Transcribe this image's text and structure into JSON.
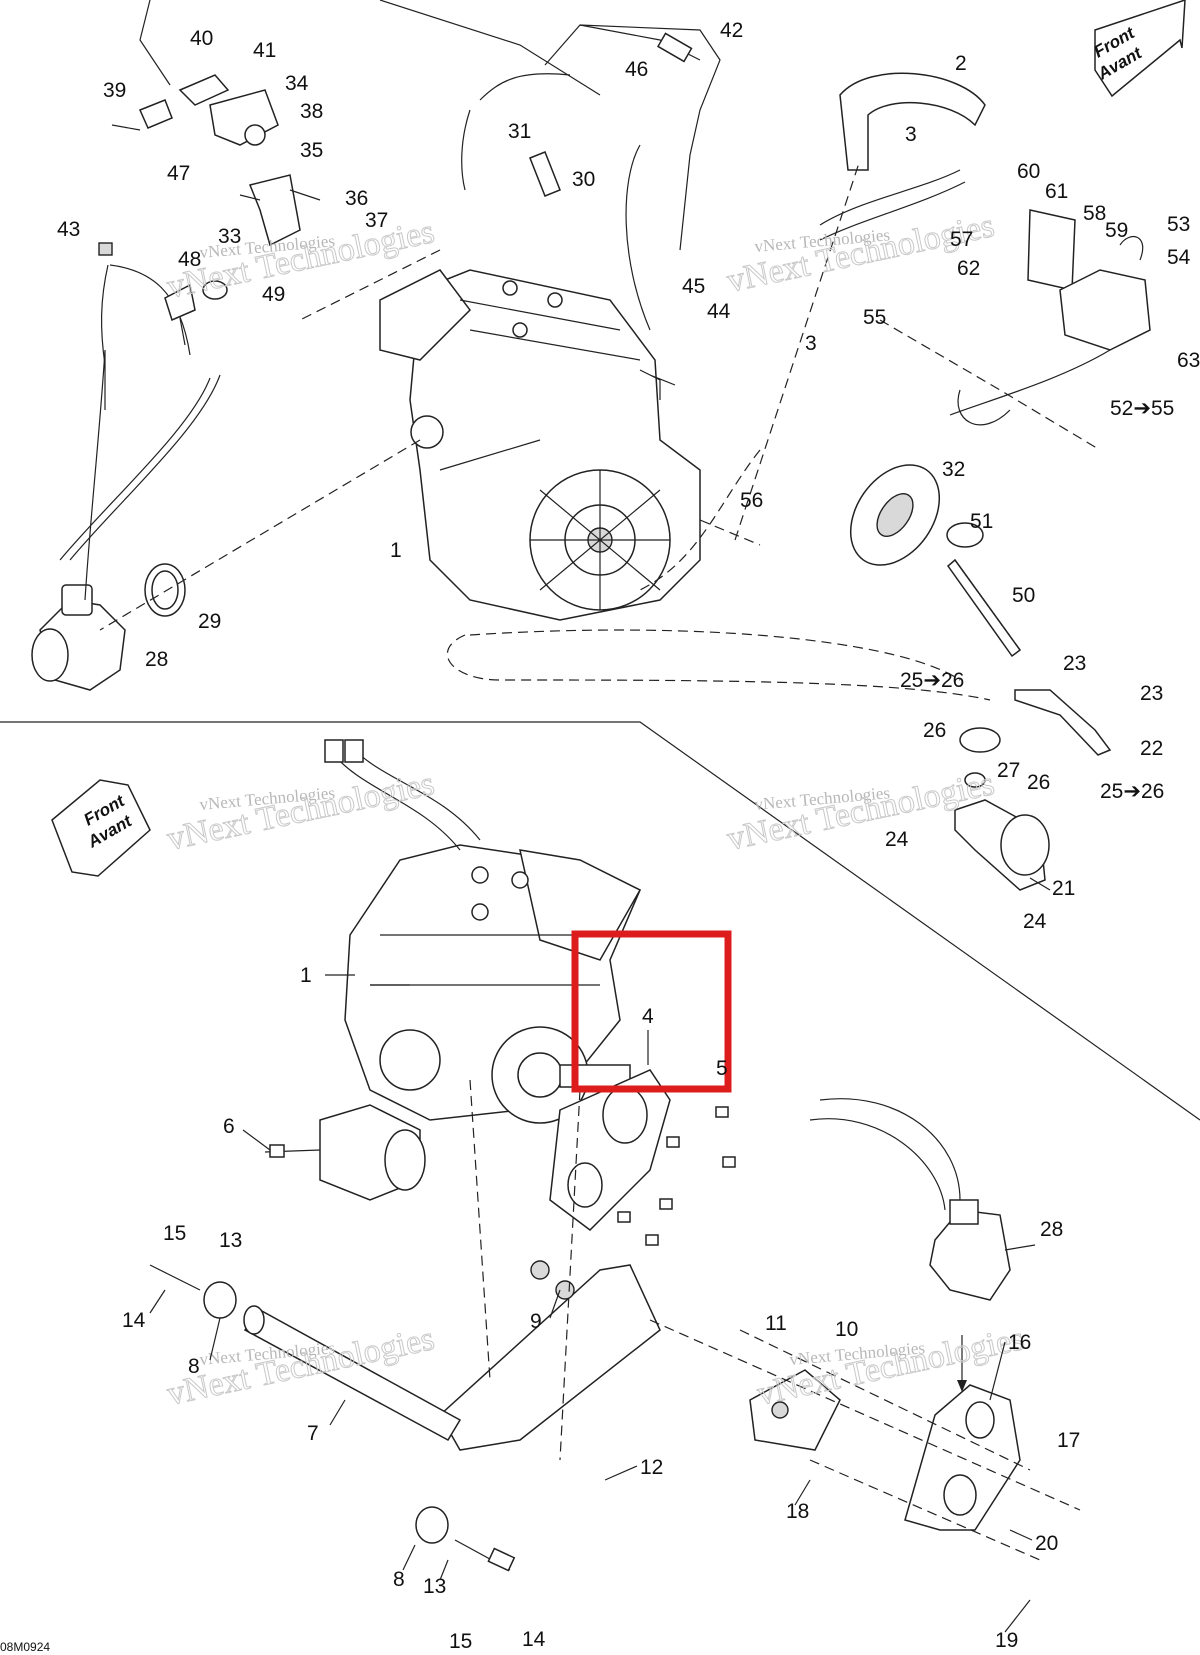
{
  "diagram": {
    "reference_code": "08M0924",
    "direction_labels": {
      "top_right": [
        "Front",
        "Avant"
      ],
      "left_middle": [
        "Front",
        "Avant"
      ]
    },
    "watermark": {
      "line1": "vNext Technologies",
      "line2": "vNext Technologies"
    },
    "callouts_top": [
      "40",
      "41",
      "34",
      "39",
      "38",
      "35",
      "47",
      "36",
      "37",
      "33",
      "43",
      "48",
      "49",
      "42",
      "46",
      "31",
      "30",
      "45",
      "44",
      "2",
      "3",
      "60",
      "61",
      "58",
      "59",
      "53",
      "54",
      "57",
      "62",
      "3",
      "55",
      "63",
      "52➔55",
      "56",
      "1",
      "32",
      "51",
      "50",
      "29",
      "28",
      "23",
      "25➔26",
      "23",
      "26",
      "22",
      "27",
      "26",
      "25➔26",
      "24",
      "21",
      "24"
    ],
    "callouts_bottom": [
      "1",
      "4",
      "5",
      "6",
      "15",
      "13",
      "14",
      "8",
      "7",
      "9",
      "11",
      "10",
      "28",
      "16",
      "12",
      "17",
      "18",
      "20",
      "8",
      "13",
      "14",
      "15",
      "19"
    ],
    "highlight_label": "4",
    "colors": {
      "line": "#222222",
      "highlight": "#dd1c1c",
      "watermark": "#c0c0c0",
      "background": "#ffffff"
    }
  }
}
